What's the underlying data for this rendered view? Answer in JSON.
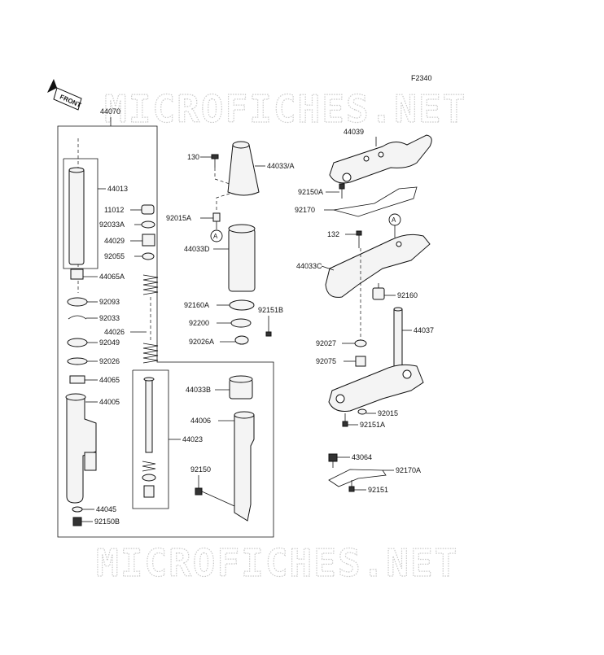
{
  "figure_code": "F2340",
  "front_label": "FRONT",
  "watermark": "MICROFICHES.NET",
  "ref_marker": "A",
  "labels": {
    "p44070": "44070",
    "p44013": "44013",
    "p11012": "11012",
    "p92033A": "92033A",
    "p44029": "44029",
    "p92055": "92055",
    "p44065A": "44065A",
    "p92093": "92093",
    "p92033": "92033",
    "p44026": "44026",
    "p92049": "92049",
    "p92026": "92026",
    "p44065": "44065",
    "p44005": "44005",
    "p44023": "44023",
    "p44045": "44045",
    "p92150B": "92150B",
    "p130": "130",
    "p44033A": "44033/A",
    "p92015A": "92015A",
    "p44033D": "44033D",
    "p92160A": "92160A",
    "p92151B": "92151B",
    "p92200": "92200",
    "p92026A": "92026A",
    "p44033B": "44033B",
    "p44006": "44006",
    "p92150": "92150",
    "p44039": "44039",
    "p92150A": "92150A",
    "p92170": "92170",
    "p132": "132",
    "p44033C": "44033C",
    "p92160": "92160",
    "p92027": "92027",
    "p44037": "44037",
    "p92075": "92075",
    "p92015": "92015",
    "p92151A": "92151A",
    "p43064": "43064",
    "p92170A": "92170A",
    "p92151": "92151"
  }
}
